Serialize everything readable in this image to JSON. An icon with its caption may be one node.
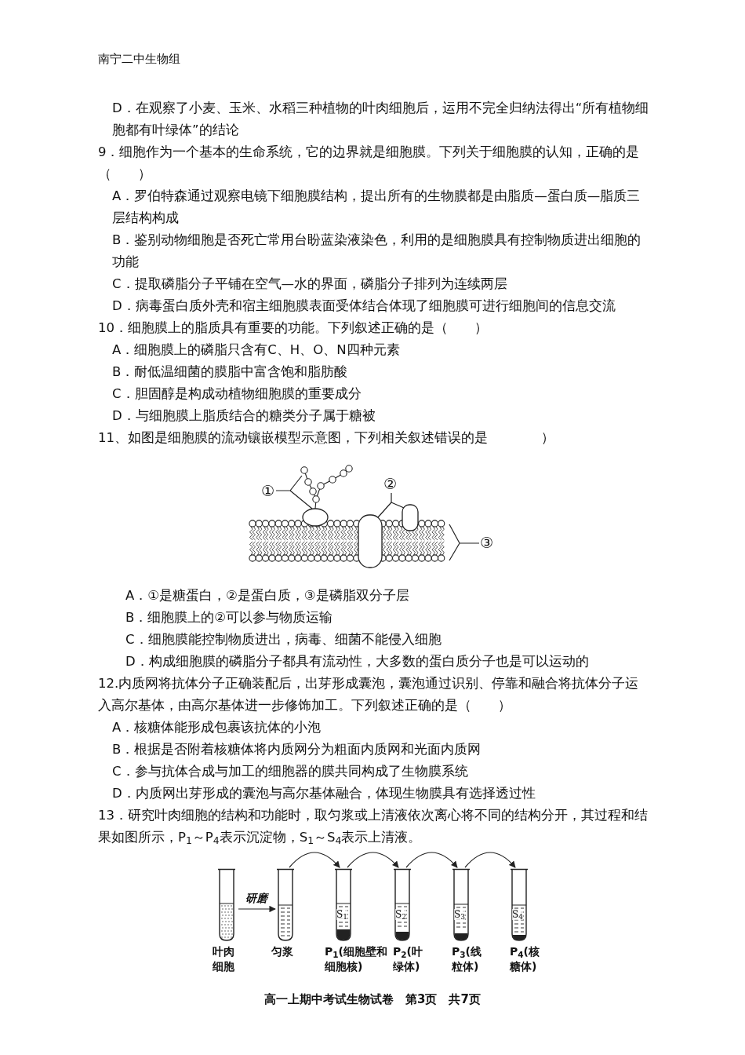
{
  "diagram": {
    "nodes": [
      {
        "text": [
          "①"
        ]
      },
      {
        "text": [],
        "shape": "picture"
      },
      {
        "text": [
          "②"
        ]
      },
      {
        "text": [],
        "shape": "picture"
      },
      {
        "text": [
          "③"
        ]
      },
      {
        "text": [],
        "shape": "picture"
      },
      {
        "text": [],
        "shape": "tube",
        "beside": [
          "叶肉细胞"
        ]
      },
      {
        "text": [],
        "shape": "tube",
        "beside": [
          "匀浆"
        ]
      },
      {
        "text": [
          "S$_{1}$"
        ],
        "beside": [
          "P$_{1}$(细胞壁和细胞核)"
        ]
      },
      {
        "text": [
          "S$_{2}$"
        ],
        "beside": [
          "P$_{2}$(叶绿体)"
        ]
      },
      {
        "text": [
          "S$_{3}$"
        ],
        "beside": [
          "P$_{3}$(线粒体)"
        ]
      },
      {
        "text": [
          "S$_{4}$"
        ],
        "beside": [
          "P$_{4}$(核糖体)"
        ]
      }
    ],
    "edges": [
      {
        "from": 0,
        "to": 1,
        "arrow": "none"
      },
      {
        "from": 2,
        "to": 3,
        "arrow": "none"
      },
      {
        "from": 4,
        "to": 5,
        "arrow": "none"
      },
      {
        "from": 6,
        "to": 7,
        "arrow": "to",
        "label": "研磨"
      },
      {
        "from": 7,
        "to": 8,
        "arrow": "to"
      },
      {
        "from": 8,
        "to": 9,
        "arrow": "to"
      },
      {
        "from": 9,
        "to": 10,
        "arrow": "to"
      },
      {
        "from": 10,
        "to": 11,
        "arrow": "to"
      }
    ],
    "labels": [
      "南宁二中生物组",
      "D．在观察了小麦、玉米、水稻三种植物的叶肉细胞后，运用不完全归纳法得出“所有植物细胞都有叶绿体”的结论",
      "9．细胞作为一个基本的生命系统，它的边界就是细胞膜。下列关于细胞膜的认知，正确的是（　　）",
      "A．罗伯特森通过观察电镜下细胞膜结构，提出所有的生物膜都是由脂质—蛋白质—脂质三层结构构成",
      "B．鉴别动物细胞是否死亡常用台盼蓝染液染色，利用的是细胞膜具有控制物质进出细胞的功能",
      "C．提取磷脂分子平铺在空气—水的界面，磷脂分子排列为连续两层",
      "D．病毒蛋白质外壳和宿主细胞膜表面受体结合体现了细胞膜可进行细胞间的信息交流",
      "10．细胞膜上的脂质具有重要的功能。下列叙述正确的是（　　）",
      "A．细胞膜上的磷脂只含有C、H、O、N四种元素",
      "B．耐低温细菌的膜脂中富含饱和脂肪酸",
      "C．胆固醇是构成动植物细胞膜的重要成分",
      "D．与细胞膜上脂质结合的糖类分子属于糖被",
      "11、如图是细胞膜的流动镶嵌模型示意图，下列相关叙述错误的是　　　　）",
      "A．①是糖蛋白，②是蛋白质，③是磷脂双分子层",
      "B．细胞膜上的②可以参与物质运输",
      "C．细胞膜能控制物质进出，病毒、细菌不能侵入细胞",
      "D．构成细胞膜的磷脂分子都具有流动性，大多数的蛋白质分子也是可以运动的",
      "12.内质网将抗体分子正确装配后，出芽形成囊泡，囊泡通过识别、停靠和融合将抗体分子运入高尔基体，由高尔基体进一步修饰加工。下列叙述正确的是（　　）",
      "A．核糖体能形成包裹该抗体的小泡",
      "B．根据是否附着核糖体将内质网分为粗面内质网和光面内质网",
      "C．参与抗体合成与加工的细胞器的膜共同构成了生物膜系统",
      "D．内质网出芽形成的囊泡与高尔基体融合，体现生物膜具有选择透过性",
      "13．研究叶肉细胞的结构和功能时，取匀浆或上清液依次离心将不同的结构分开，其过程和结果如图所示，P$_{1}$～P$_{4}$表示沉淀物，S$_{1}$～S$_{4}$表示上清液。",
      "高一上期中考试生物试卷　第3页　共7页"
    ]
  }
}
